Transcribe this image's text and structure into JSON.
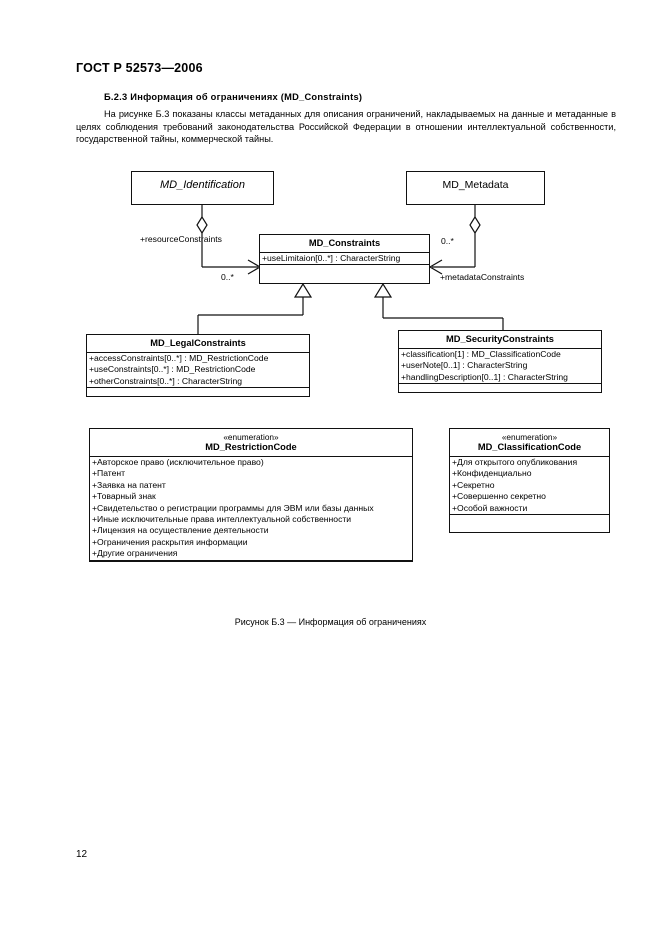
{
  "document": {
    "header": "ГОСТ Р 52573—2006",
    "page_number": "12",
    "clause_title": "Б.2.3  Информация об ограничениях (MD_Constraints)",
    "intro_paragraph": "На рисунке Б.3 показаны классы метаданных для описания ограничений, накладываемых на данные и метаданные в целях соблюдения требований законодательства Российской Федерации в отношении интеллектуальной собственности, государственной тайны, коммерческой тайны.",
    "figure_caption": "Рисунок Б.3 — Информация об ограничениях"
  },
  "diagram": {
    "type": "uml-class-diagram",
    "stereotype_enumeration": "«enumeration»",
    "classes": {
      "md_identification": {
        "name": "MD_Identification",
        "abstract": true,
        "attributes": []
      },
      "md_metadata": {
        "name": "MD_Metadata",
        "abstract": false,
        "attributes": []
      },
      "md_constraints": {
        "name": "MD_Constraints",
        "attributes": [
          "+useLimitaion[0..*] : CharacterString"
        ]
      },
      "md_legal_constraints": {
        "name": "MD_LegalConstraints",
        "attributes": [
          "+accessConstraints[0..*] : MD_RestrictionCode",
          "+useConstraints[0..*] : MD_RestrictionCode",
          "+otherConstraints[0..*] : CharacterString"
        ]
      },
      "md_security_constraints": {
        "name": "MD_SecurityConstraints",
        "attributes": [
          "+classification[1] : MD_ClassificationCode",
          "+userNote[0..1] : CharacterString",
          "+handlingDescription[0..1] : CharacterString"
        ]
      },
      "md_restriction_code": {
        "name": "MD_RestrictionCode",
        "stereotype": "«enumeration»",
        "values": [
          "+Авторское право (исключительное право)",
          "+Патент",
          "+Заявка на патент",
          "+Товарный знак",
          "+Свидетельство о регистрации программы для ЭВМ или базы данных",
          "+Иные исключительные права интеллектуальной собственности",
          "+Лицензия на осуществление деятельности",
          "+Ограничения раскрытия информации",
          "+Другие ограничения"
        ]
      },
      "md_classification_code": {
        "name": "MD_ClassificationCode",
        "stereotype": "«enumeration»",
        "values": [
          "+Для открытого опубликования",
          "+Конфиденциально",
          "+Секретно",
          "+Совершенно секретно",
          "+Особой важности"
        ]
      }
    },
    "relationships": {
      "resource_constraints_role": "+resourceConstraints",
      "resource_constraints_multiplicity": "0..*",
      "metadata_constraints_role": "+metadataConstraints",
      "metadata_constraints_multiplicity": "0..*"
    }
  }
}
